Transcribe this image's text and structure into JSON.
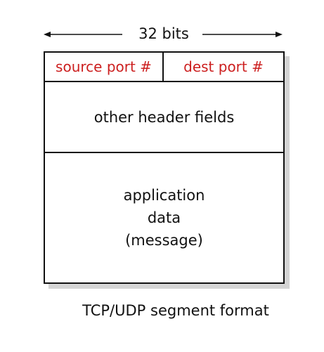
{
  "width_label": "32 bits",
  "ports": {
    "source": "source port #",
    "dest": "dest port #"
  },
  "header_fields": "other header fields",
  "data_lines": [
    "application",
    "data",
    "(message)"
  ],
  "caption": "TCP/UDP segment format",
  "colors": {
    "port_text": "#cc1f1f",
    "line": "#111111",
    "shadow": "#d4d4d4"
  }
}
